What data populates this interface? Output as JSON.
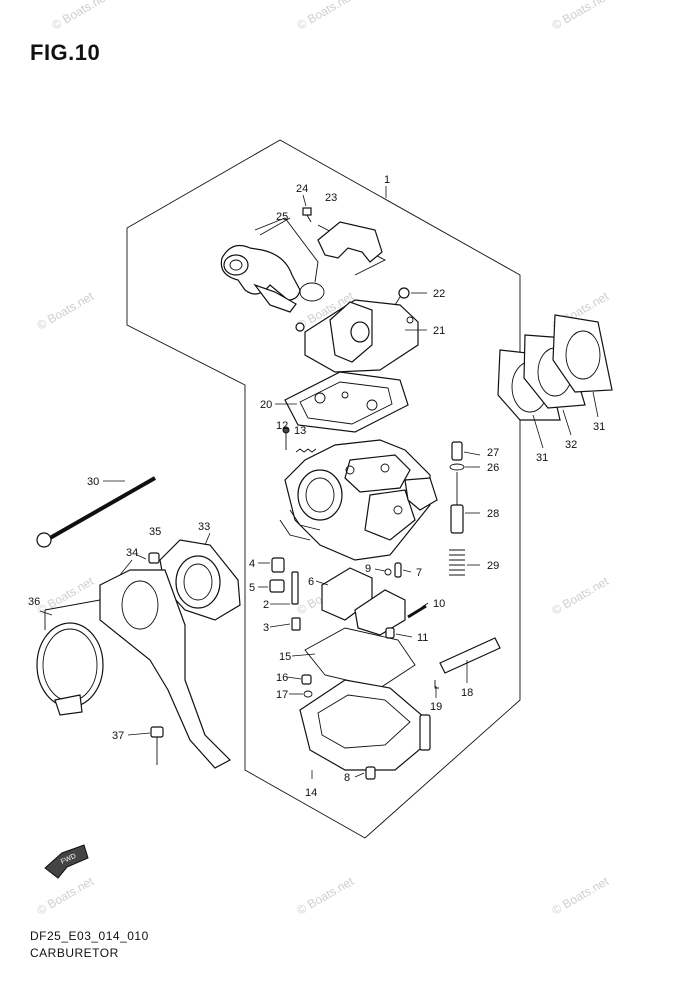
{
  "figure": {
    "title": "FIG.10",
    "drawing_code": "DF25_E03_014_010",
    "drawing_name": "CARBURETOR",
    "fwd_label": "FWD"
  },
  "watermark_text": "© Boats.net",
  "callouts": [
    "1",
    "2",
    "3",
    "4",
    "5",
    "6",
    "7",
    "8",
    "9",
    "10",
    "11",
    "12",
    "13",
    "14",
    "15",
    "16",
    "17",
    "18",
    "19",
    "20",
    "21",
    "22",
    "23",
    "24",
    "25",
    "26",
    "27",
    "28",
    "29",
    "30",
    "31",
    "31",
    "32",
    "33",
    "34",
    "35",
    "36",
    "37"
  ]
}
